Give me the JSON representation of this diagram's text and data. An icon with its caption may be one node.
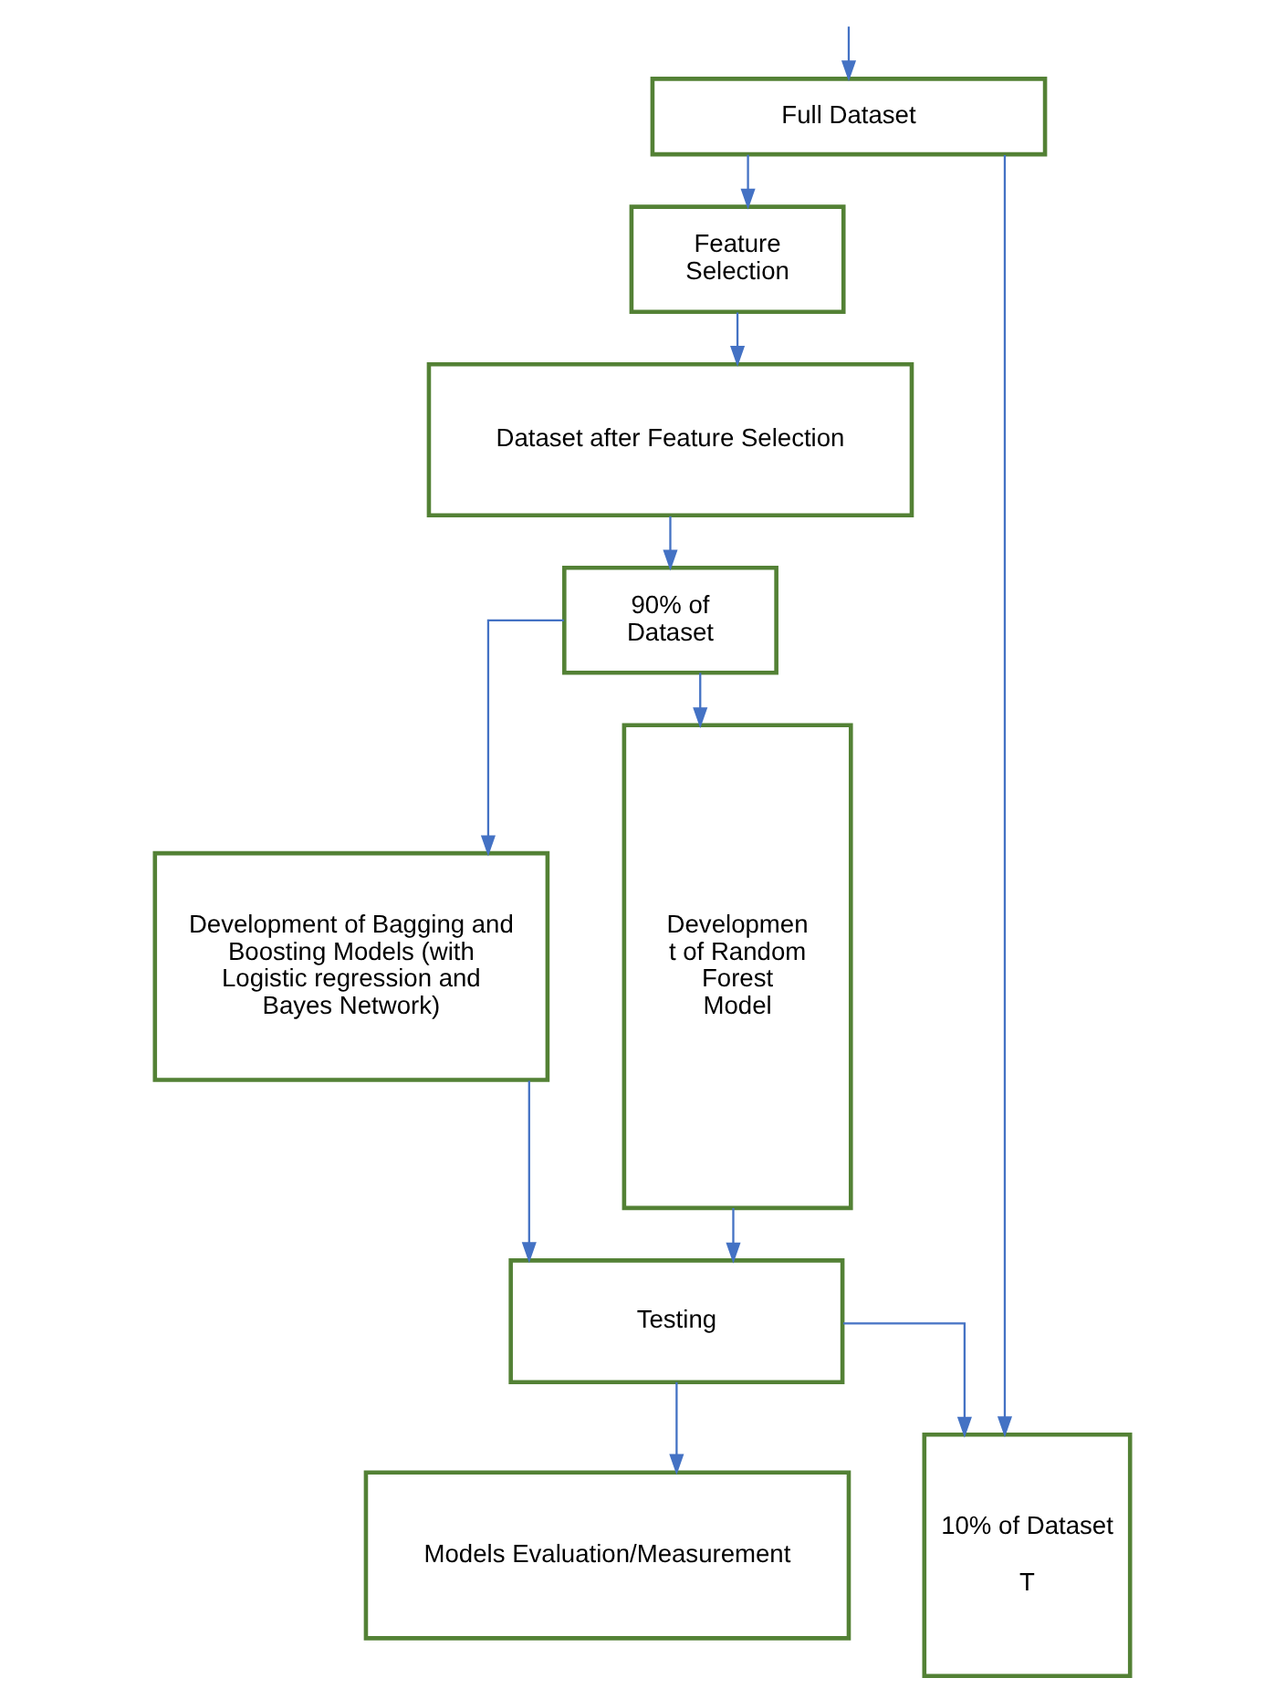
{
  "diagram": {
    "nodes": [
      {
        "text": [
          "Full Dataset"
        ]
      },
      {
        "text": [
          "Feature Selection"
        ]
      },
      {
        "text": [
          "Dataset after Feature Selection"
        ]
      },
      {
        "text": [
          "10% of Dataset",
          "T"
        ]
      },
      {
        "text": [
          "90% of Dataset"
        ]
      },
      {
        "text": [
          "Development of Bagging and Boosting Models (with Logistic regression and Bayes Network)"
        ]
      },
      {
        "text": [
          "Developmen t of Random Forest Model"
        ]
      },
      {
        "text": [
          "Testing"
        ]
      },
      {
        "text": [
          "Models Evaluation/Measurement"
        ]
      }
    ],
    "edges": [
      {
        "from": null,
        "to": 0,
        "arrow": "to"
      },
      {
        "from": 0,
        "to": 1,
        "arrow": "to"
      },
      {
        "from": 0,
        "to": 3,
        "arrow": "to"
      },
      {
        "from": 1,
        "to": 2,
        "arrow": "to"
      },
      {
        "from": 2,
        "to": 4,
        "arrow": "to"
      },
      {
        "from": 4,
        "to": 5,
        "arrow": "to"
      },
      {
        "from": 4,
        "to": 6,
        "arrow": "to"
      },
      {
        "from": 5,
        "to": 7,
        "arrow": "to"
      },
      {
        "from": 6,
        "to": 7,
        "arrow": "to"
      },
      {
        "from": 7,
        "to": 3,
        "arrow": "to"
      },
      {
        "from": 7,
        "to": 8,
        "arrow": "to"
      }
    ]
  }
}
